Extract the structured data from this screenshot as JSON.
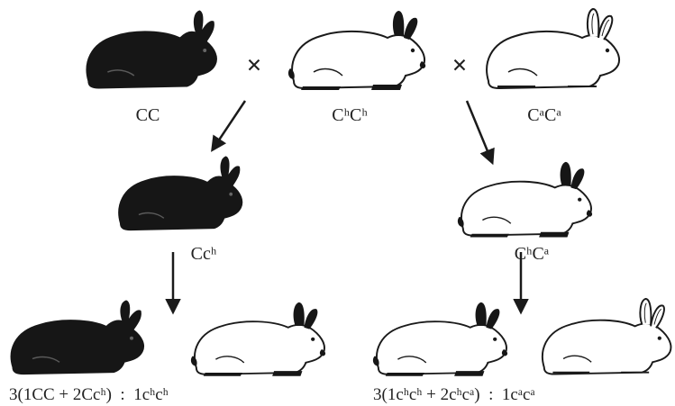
{
  "colors": {
    "ink": "#1a1a1a",
    "fur_dark": "#161616",
    "fur_white": "#ffffff",
    "background": "#ffffff"
  },
  "symbols": {
    "cross_left": "×",
    "cross_right": "×"
  },
  "labels": {
    "parent_black": "CC",
    "parent_himalayan": "CʰCʰ",
    "parent_albino": "CᵃCᵃ",
    "f1_black": "Ccʰ",
    "f1_himalayan": "CʰCᵃ",
    "ratio_left": "3(1CC + 2Ccʰ)  :  1cʰcʰ",
    "ratio_right": "3(1cʰcʰ + 2cʰcᵃ)  :  1cᵃcᵃ"
  },
  "rabbits": [
    {
      "id": "parent-black",
      "coat": "black"
    },
    {
      "id": "parent-himalayan",
      "coat": "himalayan"
    },
    {
      "id": "parent-albino",
      "coat": "albino"
    },
    {
      "id": "f1-black",
      "coat": "black"
    },
    {
      "id": "f1-himalayan",
      "coat": "himalayan"
    },
    {
      "id": "f2-black",
      "coat": "black"
    },
    {
      "id": "f2-himalayan-left",
      "coat": "himalayan"
    },
    {
      "id": "f2-himalayan-right",
      "coat": "himalayan"
    },
    {
      "id": "f2-albino",
      "coat": "albino"
    }
  ]
}
